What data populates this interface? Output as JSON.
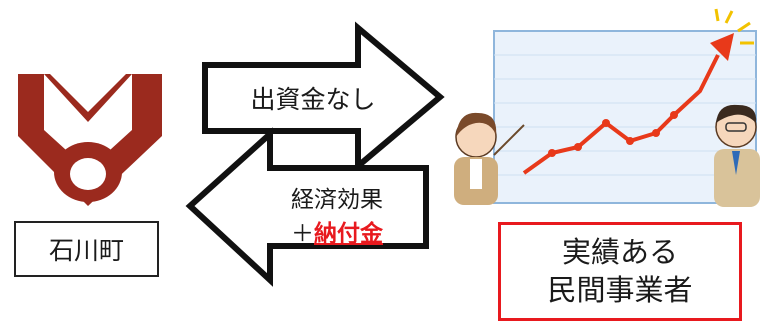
{
  "town": {
    "label": "石川町"
  },
  "flow_right": {
    "label": "出資金なし"
  },
  "flow_left": {
    "line1": "経済効果",
    "plus": "＋",
    "highlight": "納付金"
  },
  "business": {
    "line1": "実績ある",
    "line2": "民間事業者"
  },
  "colors": {
    "emblem": "#9b2a1e",
    "highlight_red": "#e8191e",
    "chart_line": "#e8391a",
    "board": "#eaf2fb"
  }
}
